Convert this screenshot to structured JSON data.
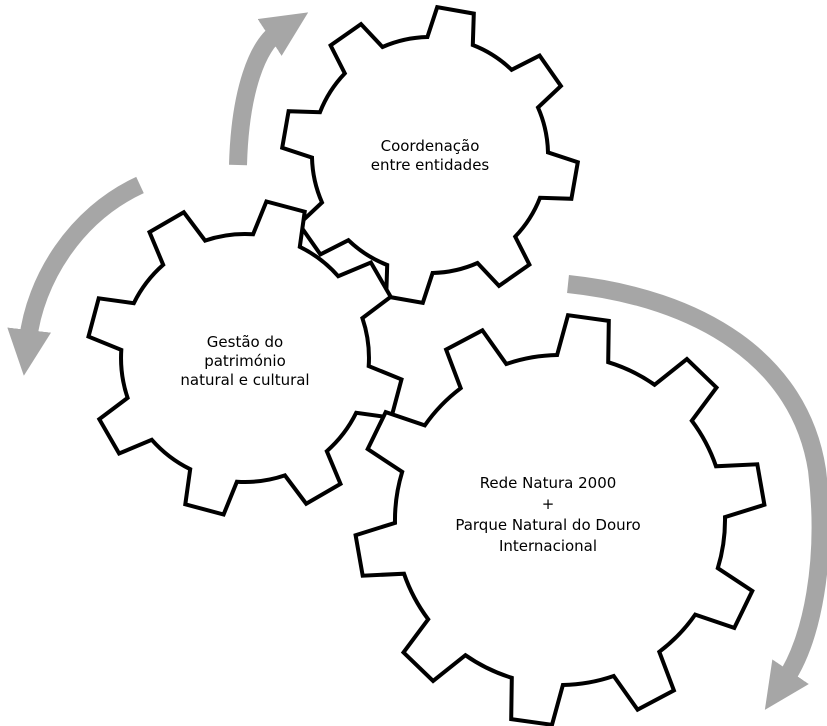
{
  "diagram": {
    "gears": {
      "top": {
        "lines": [
          "Coordenação",
          "entre entidades"
        ]
      },
      "left": {
        "lines": [
          "Gestão do",
          "património",
          "natural e cultural"
        ]
      },
      "bottom": {
        "lines": [
          "Rede Natura 2000",
          "+",
          "Parque Natural do Douro",
          "Internacional"
        ]
      }
    }
  },
  "colors": {
    "gear_fill": "#ffffff",
    "gear_stroke": "#000000",
    "arrow": "#a6a6a6"
  }
}
